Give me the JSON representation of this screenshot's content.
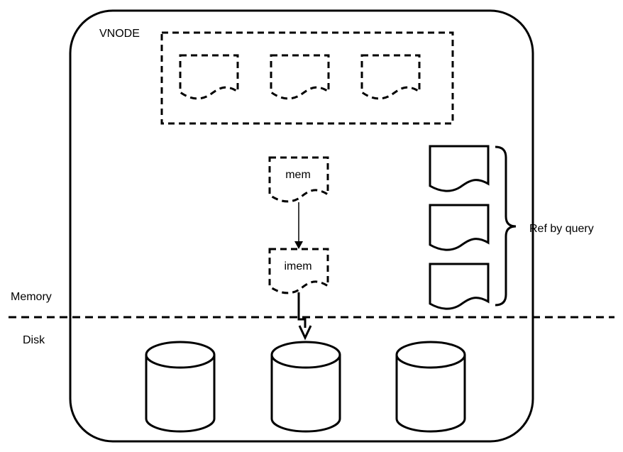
{
  "vnode": {
    "label": "VNODE"
  },
  "memtable": {
    "mem_label": "mem",
    "imem_label": "imem"
  },
  "query_refs": {
    "label": "Ref by query"
  },
  "boundary": {
    "memory_label": "Memory",
    "disk_label": "Disk"
  }
}
